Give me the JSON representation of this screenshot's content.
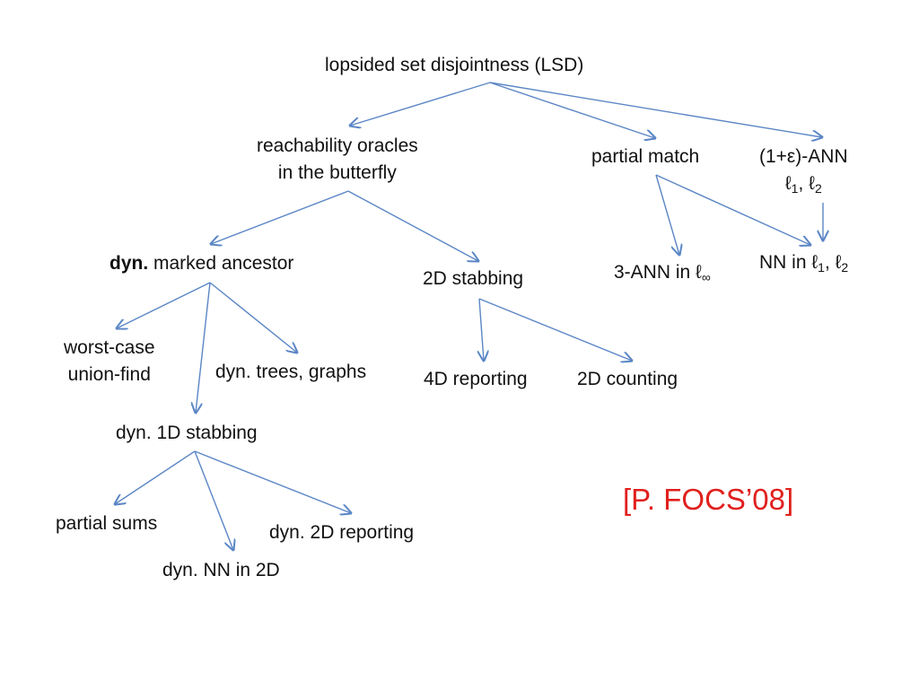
{
  "colors": {
    "edge": "#5b86c5",
    "citation": "#e0201d",
    "text": "#111111"
  },
  "nodes": {
    "lsd": "lopsided set disjointness  (LSD)",
    "reach_line1": "reachability oracles",
    "reach_line2": "in the butterfly",
    "partial_match": "partial match",
    "ann_line1": "(1+ε)-ANN",
    "ann_l": "ℓ",
    "ann_sub1": "1",
    "ann_sep": ", ℓ",
    "ann_sub2": "2",
    "dyn_bold": "dyn.",
    "marked_ancestor": " marked ancestor",
    "stab2d": "2D stabbing",
    "ann3": "3-ANN in ℓ",
    "ann3_sub": "∞",
    "nn_prefix": "NN in ℓ",
    "nn_sub1": "1",
    "nn_sep": ", ℓ",
    "nn_sub2": "2",
    "worst_line1": "worst-case",
    "worst_line2": "union-find",
    "dyn_trees": "dyn. trees, graphs",
    "reporting4d": "4D reporting",
    "counting2d": "2D counting",
    "stab1d": "dyn. 1D stabbing",
    "partial_sums": "partial sums",
    "dyn_2d_reporting": "dyn. 2D reporting",
    "dyn_nn_2d": "dyn. NN in 2D"
  },
  "citation": "[P. FOCS’08]"
}
